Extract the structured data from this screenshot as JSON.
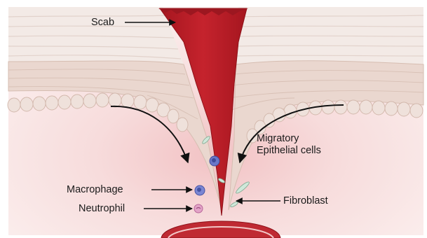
{
  "labels": {
    "scab": "Scab",
    "migratory_line1": "Migratory",
    "migratory_line2": "Epithelial cells",
    "macrophage": "Macrophage",
    "neutrophil": "Neutrophil",
    "fibroblast": "Fibroblast"
  },
  "colors": {
    "blood": "#b8202a",
    "blood_dark": "#8e1119",
    "skin_top": "#f4ede9",
    "epidermis": "#e9d5cd",
    "dermis": "#f8e4e4",
    "cell_outline": "#d9bfb4",
    "macrophage": "#6a77c9",
    "neutrophil": "#d98fb9",
    "fibroblast": "#cfe8da",
    "arrow": "#111111"
  }
}
